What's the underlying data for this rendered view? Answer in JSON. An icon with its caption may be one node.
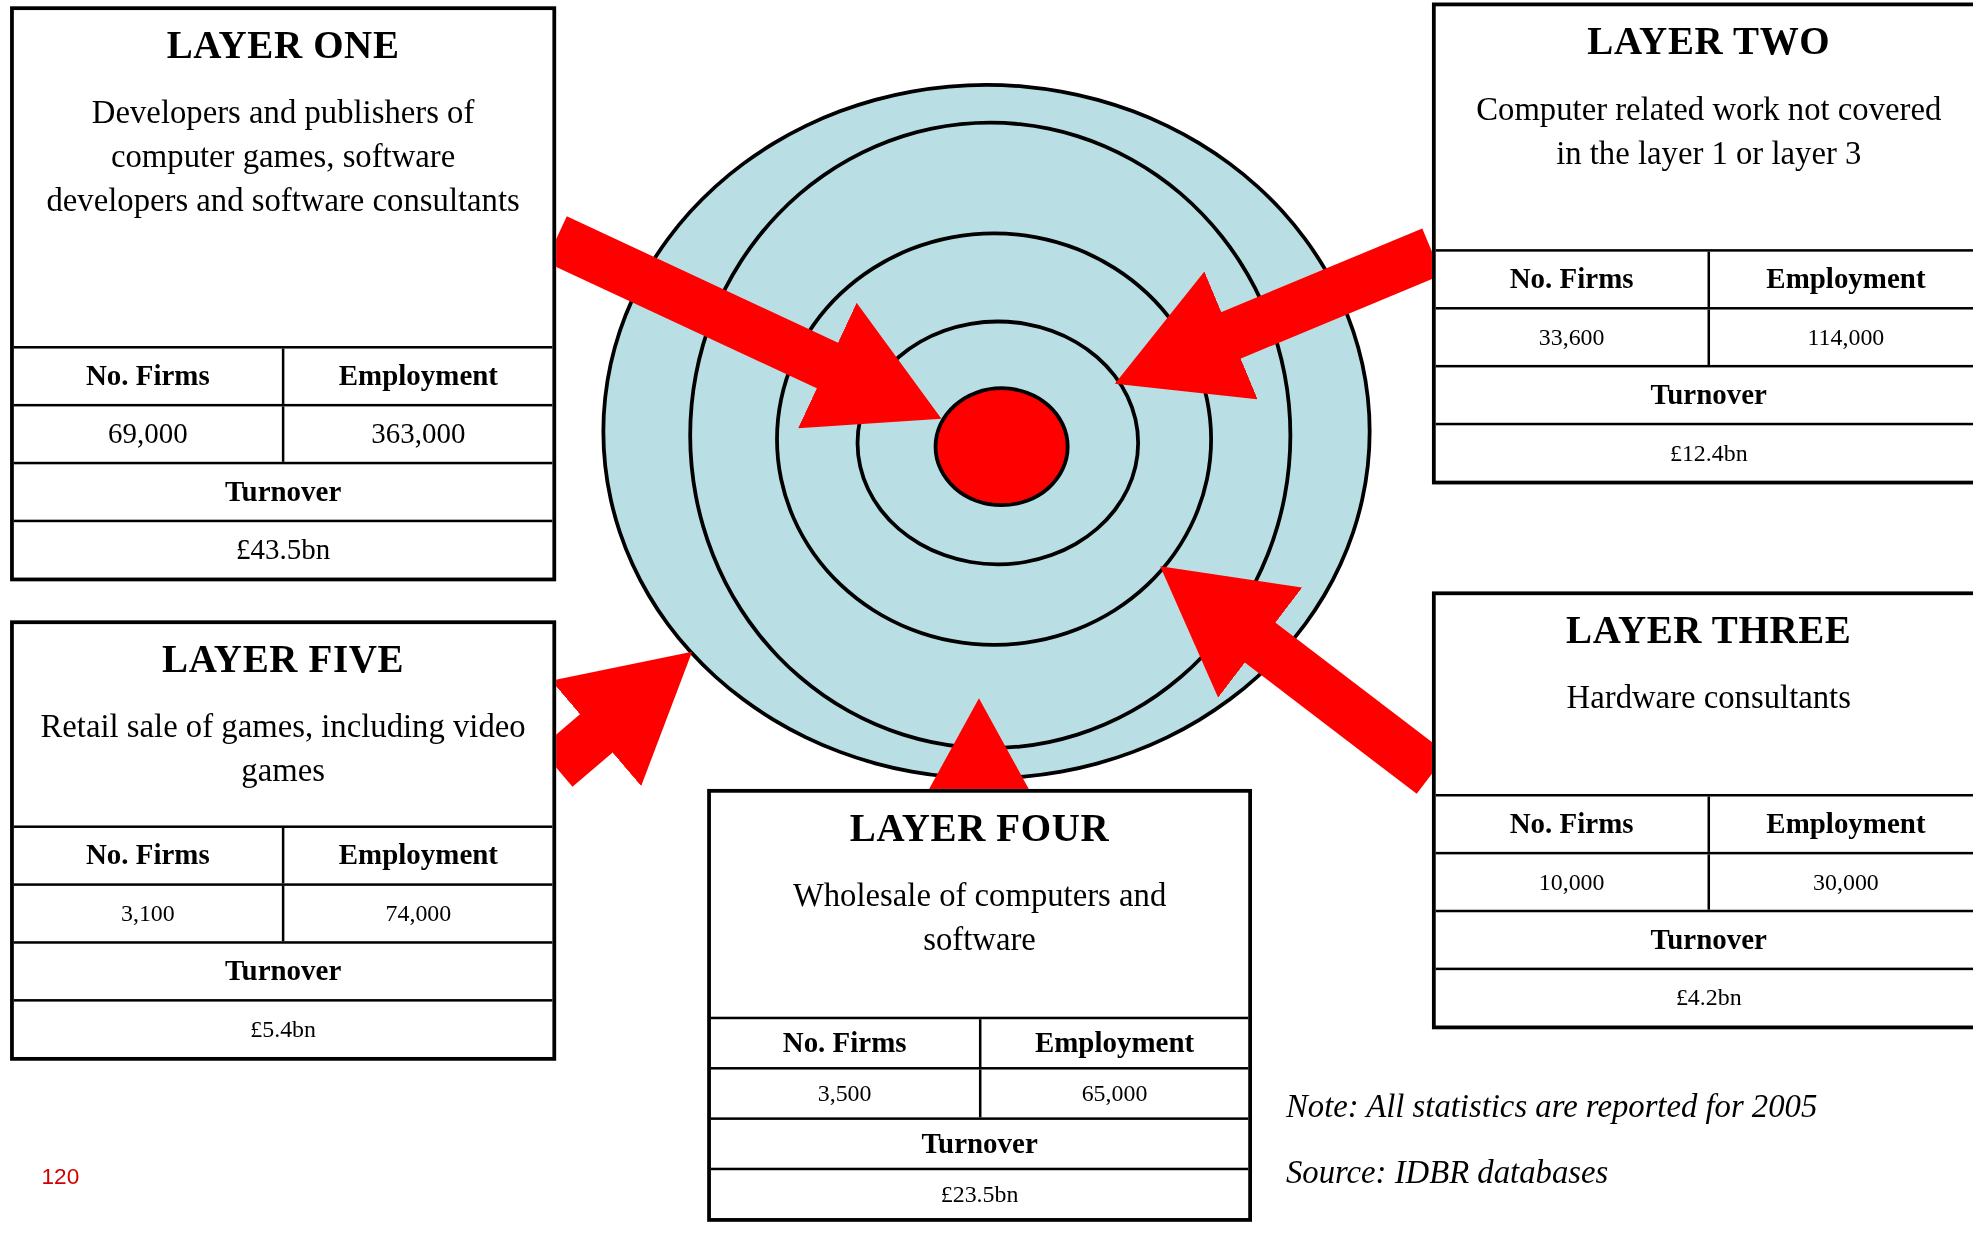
{
  "diagram": {
    "nodes": [
      {
        "text": [
          "LAYER ONE",
          "Developers and publishers of computer games, software developers and software consultants",
          "No. Firms",
          "Employment",
          "69,000",
          "363,000",
          "Turnover",
          "£43.5bn"
        ]
      },
      {
        "text": [],
        "shape": "circle"
      },
      {
        "text": [],
        "shape": "circle",
        "in": 1
      },
      {
        "text": [],
        "shape": "circle",
        "in": 2
      },
      {
        "text": [],
        "shape": "circle",
        "in": 3
      },
      {
        "text": [],
        "shape": "circle",
        "in": 4
      },
      {
        "text": [
          "LAYER TWO",
          "Computer related work not covered in the layer 1 or layer 3",
          "No. Firms",
          "Employment",
          "33,600",
          "114,000",
          "Turnover",
          "£12.4bn"
        ]
      },
      {
        "text": [
          "LAYER THREE",
          "Hardware consultants",
          "No. Firms",
          "Employment",
          "10,000",
          "30,000",
          "Turnover",
          "£4.2bn"
        ]
      },
      {
        "text": [
          "LAYER FIVE",
          "Retail sale of games, including video games",
          "No. Firms",
          "Employment",
          "3,100",
          "74,000",
          "Turnover",
          "£5.4bn"
        ]
      },
      {
        "text": [
          "LAYER FOUR",
          "Wholesale of computers and software",
          "No. Firms",
          "Employment",
          "3,500",
          "65,000",
          "Turnover",
          "£23.5bn"
        ]
      }
    ],
    "edges": [
      {
        "from": 0,
        "to": 5,
        "arrow": "to"
      },
      {
        "from": 6,
        "to": 4,
        "arrow": "to"
      },
      {
        "from": 7,
        "to": 3,
        "arrow": "to"
      },
      {
        "from": 9,
        "to": 2,
        "arrow": "to"
      },
      {
        "from": 8,
        "to": 1,
        "arrow": "to"
      }
    ],
    "labels": [
      "120",
      "Note: All statistics are reported for 2005",
      "Source: IDBR databases"
    ]
  }
}
